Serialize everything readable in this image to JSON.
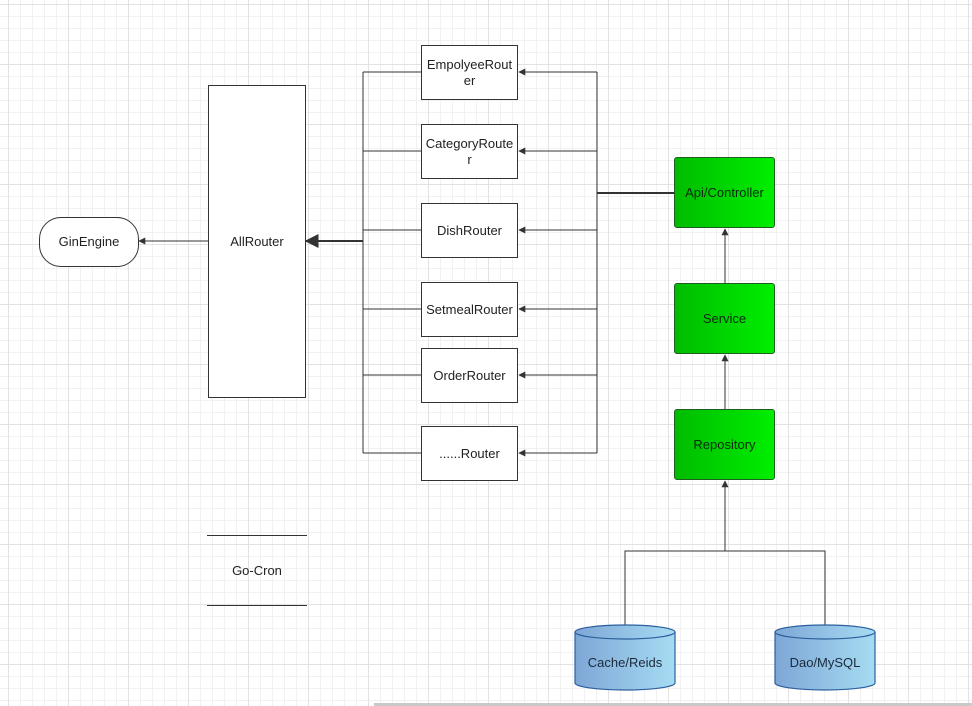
{
  "nodes": {
    "gin_engine": "GinEngine",
    "all_router": "AllRouter",
    "go_cron": "Go-Cron",
    "routers": [
      "EmpolyeeRouter",
      "CategoryRouter",
      "DishRouter",
      "SetmealRouter",
      "OrderRouter",
      "......Router"
    ],
    "api_controller": "Api/Controller",
    "service": "Service",
    "repository": "Repository",
    "cache": "Cache/Reids",
    "dao": "Dao/MySQL"
  },
  "colors": {
    "layer_fill_start": "#00bc00",
    "layer_fill_end": "#00ee00",
    "db_fill_start": "#7ea6d6",
    "db_fill_end": "#a6dcf2",
    "line": "#333333"
  }
}
